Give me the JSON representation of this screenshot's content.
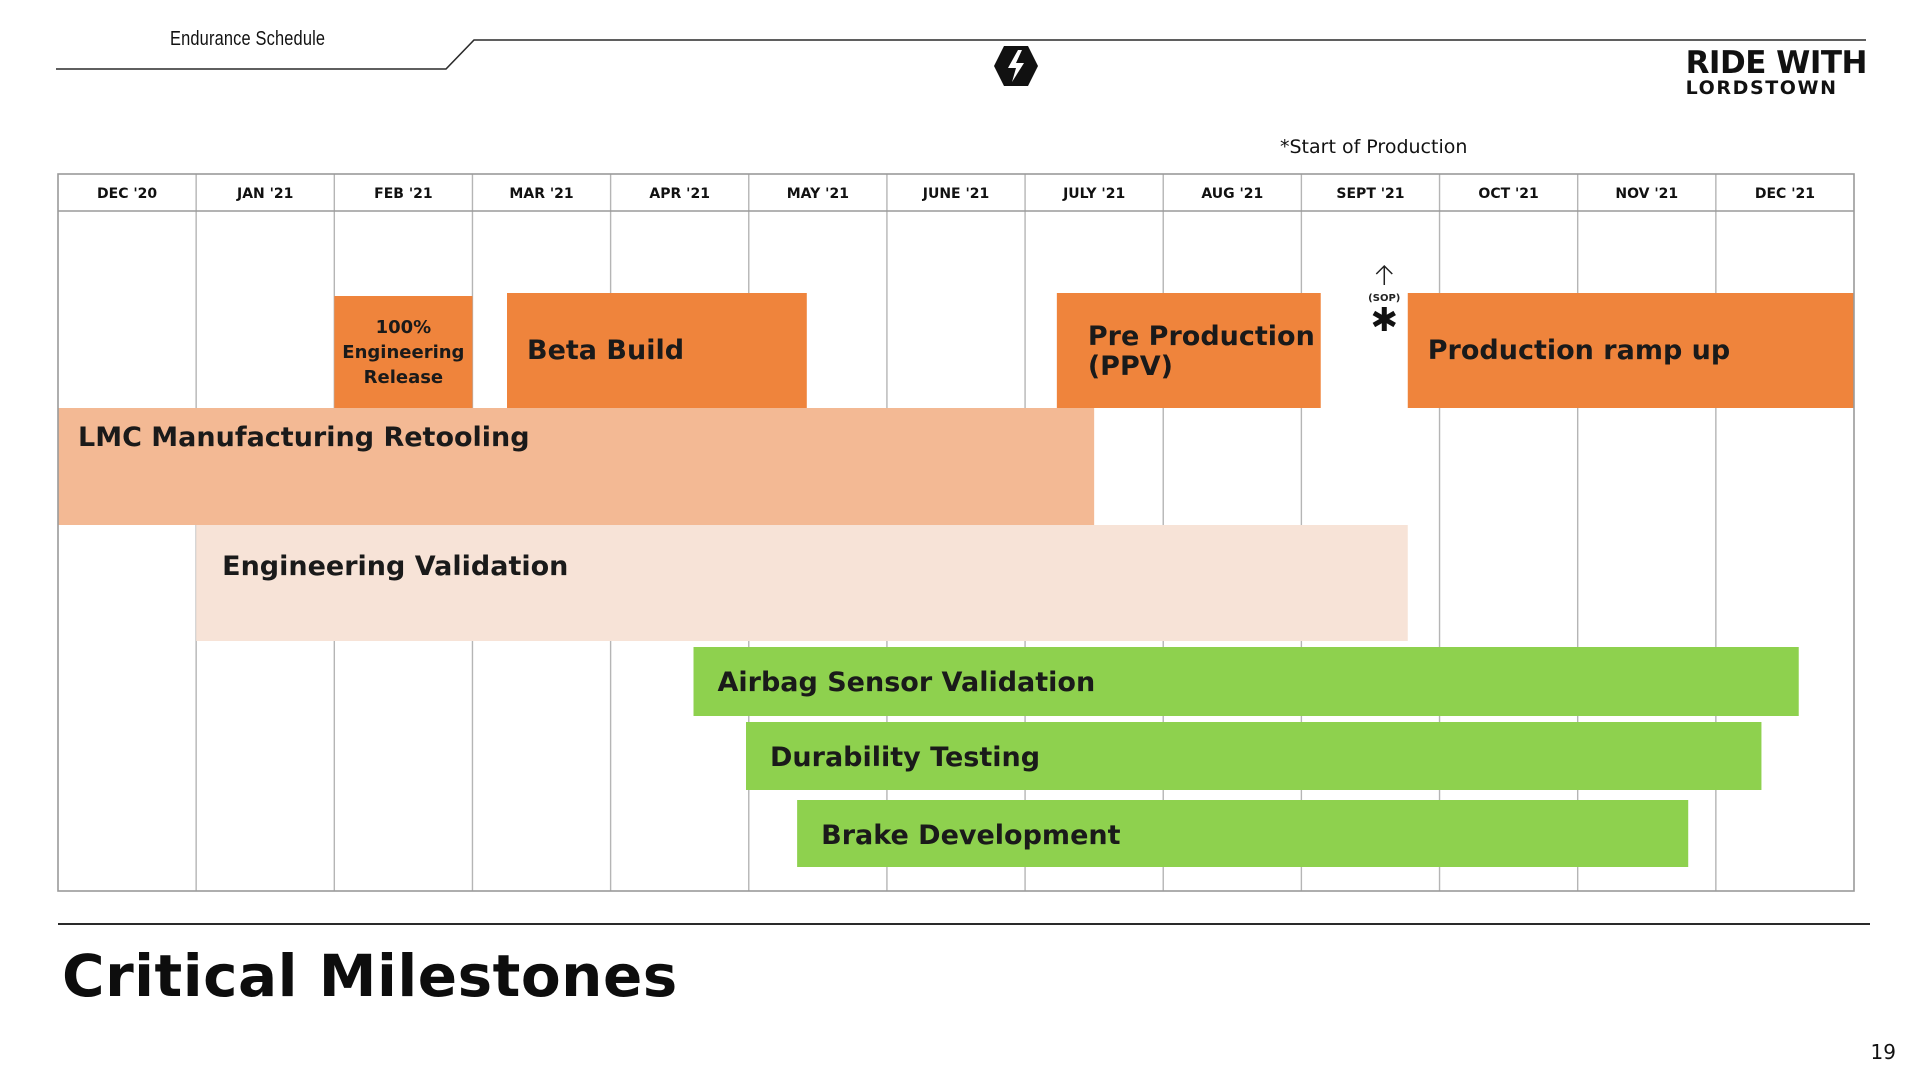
{
  "header": {
    "section_label": "Endurance Schedule",
    "brand_line1": "RIDE WITH",
    "brand_line2": "LORDSTOWN",
    "logo": "lordstown-bolt-logo-icon"
  },
  "sop_note": "*Start of Production",
  "page_title": "Critical Milestones",
  "page_number": "19",
  "colors": {
    "orange": "#EF843C",
    "light_orange": "#F3B994",
    "pale_peach": "#F7E3D7",
    "green": "#8ED14E",
    "grid": "#b5b5b5",
    "border": "#9a9a9a"
  },
  "chart_data": {
    "type": "gantt",
    "months": [
      "DEC '20",
      "JAN '21",
      "FEB '21",
      "MAR '21",
      "APR '21",
      "MAY '21",
      "JUNE '21",
      "JULY '21",
      "AUG '21",
      "SEPT '21",
      "OCT '21",
      "NOV '21",
      "DEC '21"
    ],
    "tasks": [
      {
        "label": "100% Engineering Release",
        "start": 2.0,
        "end": 3.0,
        "color": "orange"
      },
      {
        "label": "Beta Build",
        "start": 3.25,
        "end": 5.42,
        "color": "orange"
      },
      {
        "label": "Pre Production (PPV)",
        "start": 7.23,
        "end": 9.14,
        "color": "orange"
      },
      {
        "label": "Production ramp up",
        "start": 9.77,
        "end": 13.0,
        "color": "orange"
      },
      {
        "label": "LMC Manufacturing Retooling",
        "start": 0.0,
        "end": 7.5,
        "color": "light_orange"
      },
      {
        "label": "Engineering Validation",
        "start": 1.0,
        "end": 9.77,
        "color": "pale_peach"
      },
      {
        "label": "Airbag Sensor Validation",
        "start": 4.6,
        "end": 12.6,
        "color": "green"
      },
      {
        "label": "Durability Testing",
        "start": 4.98,
        "end": 12.33,
        "color": "green"
      },
      {
        "label": "Brake Development",
        "start": 5.35,
        "end": 11.8,
        "color": "green"
      }
    ],
    "milestone": {
      "label": "(SOP)",
      "month_position": 9.6,
      "marker": "asterisk"
    }
  }
}
